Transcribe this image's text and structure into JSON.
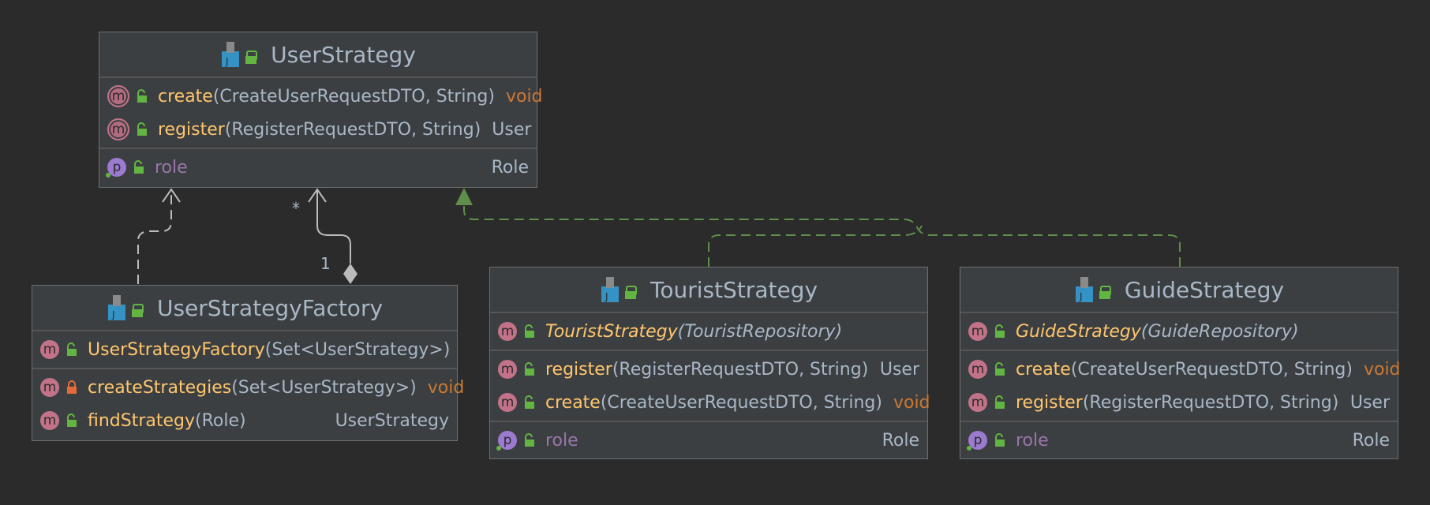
{
  "colors": {
    "background": "#2b2b2b",
    "class_fill": "#3c3f41",
    "method_name": "#ffc66d",
    "property_name": "#9876aa",
    "keyword_void": "#cc7832",
    "text": "#a9b7c6",
    "realization_edge": "#5f8f4a"
  },
  "classes": {
    "user_strategy": {
      "title": "UserStrategy",
      "icon": "interface-icon",
      "methods": [
        {
          "badge": "m",
          "name": "create",
          "params": "(CreateUserRequestDTO, String)",
          "ret": "void"
        },
        {
          "badge": "m",
          "name": "register",
          "params": "(RegisterRequestDTO, String)",
          "ret": "User"
        }
      ],
      "properties": [
        {
          "badge": "p",
          "name": "role",
          "ret": "Role"
        }
      ]
    },
    "factory": {
      "title": "UserStrategyFactory",
      "icon": "class-icon",
      "constructors": [
        {
          "badge": "m",
          "name": "UserStrategyFactory",
          "params": "(Set<UserStrategy>)"
        }
      ],
      "methods": [
        {
          "badge": "m",
          "name": "createStrategies",
          "params": "(Set<UserStrategy>)",
          "ret": "void",
          "visibility": "private"
        },
        {
          "badge": "m",
          "name": "findStrategy",
          "params": "(Role)",
          "ret": "UserStrategy"
        }
      ]
    },
    "tourist": {
      "title": "TouristStrategy",
      "icon": "class-icon",
      "constructors": [
        {
          "badge": "m",
          "name": "TouristStrategy",
          "params": "(TouristRepository)"
        }
      ],
      "methods": [
        {
          "badge": "m",
          "name": "register",
          "params": "(RegisterRequestDTO, String)",
          "ret": "User"
        },
        {
          "badge": "m",
          "name": "create",
          "params": "(CreateUserRequestDTO, String)",
          "ret": "void"
        }
      ],
      "properties": [
        {
          "badge": "p",
          "name": "role",
          "ret": "Role"
        }
      ]
    },
    "guide": {
      "title": "GuideStrategy",
      "icon": "class-icon",
      "constructors": [
        {
          "badge": "m",
          "name": "GuideStrategy",
          "params": "(GuideRepository)"
        }
      ],
      "methods": [
        {
          "badge": "m",
          "name": "create",
          "params": "(CreateUserRequestDTO, String)",
          "ret": "void"
        },
        {
          "badge": "m",
          "name": "register",
          "params": "(RegisterRequestDTO, String)",
          "ret": "User"
        }
      ],
      "properties": [
        {
          "badge": "p",
          "name": "role",
          "ret": "Role"
        }
      ]
    }
  },
  "edges": {
    "aggregation": {
      "source_multiplicity": "1",
      "target_multiplicity": "*"
    }
  }
}
